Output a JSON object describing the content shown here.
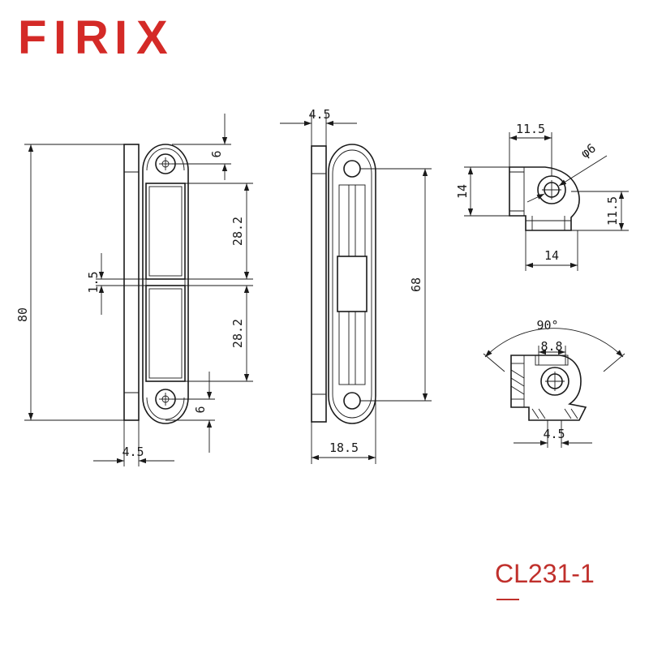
{
  "brand": {
    "name": "FIRIX",
    "letters": [
      "F",
      "I",
      "R",
      "I",
      "X"
    ],
    "color": "#d42a27"
  },
  "model": {
    "code": "CL231-1",
    "color": "#c0302c"
  },
  "dimensions": {
    "side_height": "80",
    "hole_offset_top": "6",
    "segment_upper": "28.2",
    "gap": "1.5",
    "segment_lower": "28.2",
    "hole_offset_bottom": "6",
    "side_thickness": "4.5",
    "edge_thickness": "4.5",
    "hole_spacing": "68",
    "plate_width": "18.5",
    "top_width": "11.5",
    "hole_diameter": "φ6",
    "left_height": "14",
    "right_height": "11.5",
    "bottom_width": "14",
    "angle": "90°",
    "slot_width": "8.8",
    "neck_width": "4.5"
  }
}
